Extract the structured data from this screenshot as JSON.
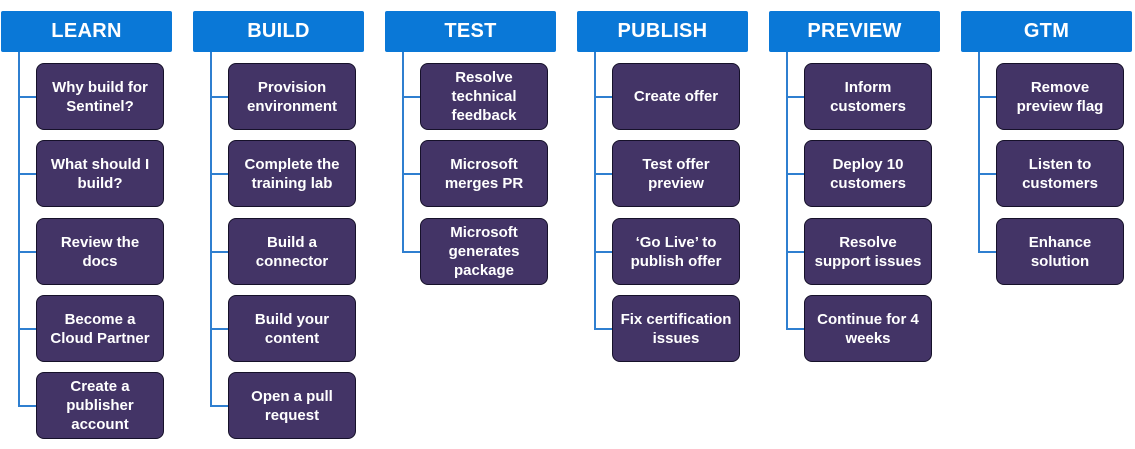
{
  "columns": [
    {
      "title": "LEARN",
      "items": [
        "Why build for Sentinel?",
        "What should I build?",
        "Review the docs",
        "Become a Cloud Partner",
        "Create a publisher account"
      ]
    },
    {
      "title": "BUILD",
      "items": [
        "Provision environment",
        "Complete the training lab",
        "Build a connector",
        "Build your content",
        "Open a pull request"
      ]
    },
    {
      "title": "TEST",
      "items": [
        "Resolve technical feedback",
        "Microsoft merges PR",
        "Microsoft generates package"
      ]
    },
    {
      "title": "PUBLISH",
      "items": [
        "Create offer",
        "Test offer preview",
        "‘Go Live’ to publish offer",
        "Fix certification issues"
      ]
    },
    {
      "title": "PREVIEW",
      "items": [
        "Inform customers",
        "Deploy 10 customers",
        "Resolve support issues",
        "Continue for 4 weeks"
      ]
    },
    {
      "title": "GTM",
      "items": [
        "Remove preview flag",
        "Listen to customers",
        "Enhance solution"
      ]
    }
  ],
  "colors": {
    "header": "#0a78d7",
    "node": "#433466",
    "connector": "#2f7fd0"
  }
}
